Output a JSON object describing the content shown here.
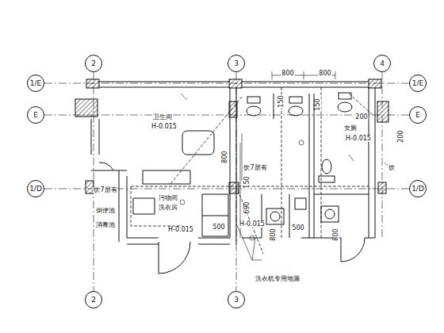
{
  "diagram": {
    "nodes": [
      {
        "text": [
          "2"
        ]
      },
      {
        "text": [
          "3"
        ]
      },
      {
        "text": [
          "4"
        ]
      },
      {
        "text": [
          "1/E"
        ]
      },
      {
        "text": [
          "1/E"
        ]
      },
      {
        "text": [
          "E"
        ]
      },
      {
        "text": [
          "E"
        ]
      },
      {
        "text": [
          "1/D"
        ]
      },
      {
        "text": [
          "1/D"
        ]
      },
      {
        "text": [
          "2"
        ]
      },
      {
        "text": [
          "3"
        ]
      }
    ],
    "labels": [
      "800",
      "800",
      "150",
      "150",
      "200",
      "200",
      "卫生间",
      "H-0.015",
      "女厕",
      "H-0.015",
      "800",
      "饮7层有",
      "饮",
      "饮7层有",
      "倒便池",
      "消毒池",
      "污物间",
      "洗衣房",
      "150",
      "690",
      "H-0.015",
      "H-0.015",
      "500",
      "500",
      "800",
      "800",
      "洗衣机专用地漏"
    ]
  }
}
